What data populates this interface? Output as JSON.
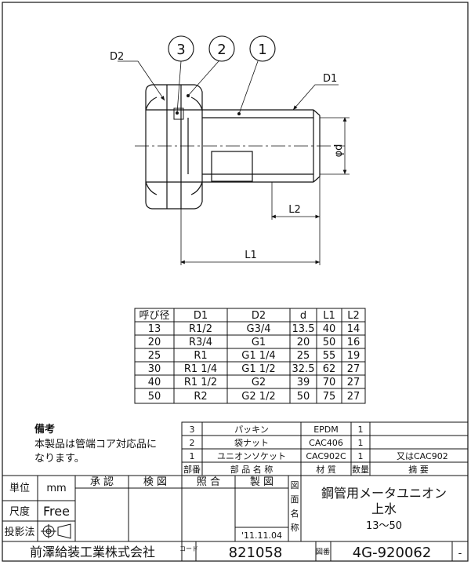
{
  "drawing": {
    "label_d2": "D2",
    "label_d1": "D1",
    "label_phi_d": "φd",
    "label_l1": "L1",
    "label_l2": "L2",
    "balloons": [
      "3",
      "2",
      "1"
    ]
  },
  "dim_table": {
    "headers": [
      "呼び径",
      "D1",
      "D2",
      "d",
      "L1",
      "L2"
    ],
    "rows": [
      [
        "13",
        "R1/2",
        "G3/4",
        "13.5",
        "40",
        "14"
      ],
      [
        "20",
        "R3/4",
        "G1",
        "20",
        "50",
        "16"
      ],
      [
        "25",
        "R1",
        "G1 1/4",
        "25",
        "55",
        "19"
      ],
      [
        "30",
        "R1 1/4",
        "G1 1/2",
        "32.5",
        "62",
        "27"
      ],
      [
        "40",
        "R1 1/2",
        "G2",
        "39",
        "70",
        "27"
      ],
      [
        "50",
        "R2",
        "G2 1/2",
        "50",
        "75",
        "27"
      ]
    ]
  },
  "notes": {
    "title": "備考",
    "line1": "本製品は管端コア対応品に",
    "line2": "なります。"
  },
  "parts_list": {
    "rows": [
      {
        "no": "3",
        "name": "パッキン",
        "material": "EPDM",
        "qty": "1",
        "remark": ""
      },
      {
        "no": "2",
        "name": "袋ナット",
        "material": "CAC406",
        "qty": "1",
        "remark": ""
      },
      {
        "no": "1",
        "name": "ユニオンソケット",
        "material": "CAC902C",
        "qty": "1",
        "remark": "又はCAC902"
      }
    ],
    "header": {
      "no": "部番",
      "name": "部 品 名 称",
      "material": "材 質",
      "qty": "数量",
      "remark": "摘 要"
    }
  },
  "title_block": {
    "unit_label": "単位",
    "unit_value": "mm",
    "scale_label": "尺度",
    "scale_value": "Free",
    "projection_label": "投影法",
    "approve": "承 認",
    "check": "検 図",
    "verify": "照 合",
    "drawn": "製 図",
    "name_label": "図面名称",
    "date": "'11.11.04",
    "title_line1": "鋼管用メータユニオン",
    "title_line2": "上水",
    "title_line3": "13～50",
    "company": "前澤給装工業株式会社",
    "code_label": "コード",
    "code_value": "821058",
    "drawing_no_label": "図番",
    "drawing_no": "4G-920062",
    "revision": "-"
  }
}
